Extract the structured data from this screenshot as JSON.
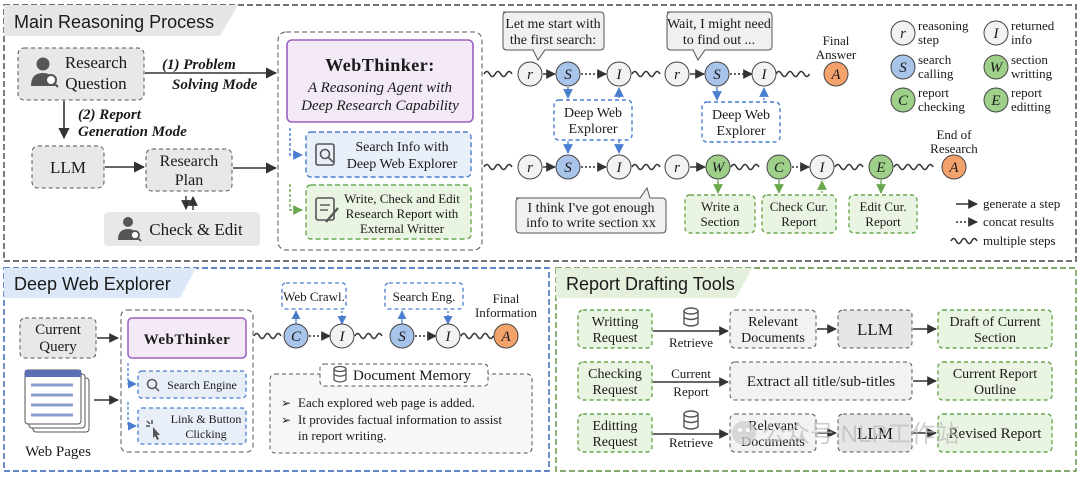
{
  "panels": {
    "main": "Main Reasoning Process",
    "explorer": "Deep Web Explorer",
    "tools": "Report Drafting Tools"
  },
  "main": {
    "research_question": [
      "Research",
      "Question"
    ],
    "mode1": [
      "(1) Problem",
      "Solving Mode"
    ],
    "mode2": [
      "(2) Report",
      "Generation Mode"
    ],
    "llm": "LLM",
    "research_plan": [
      "Research",
      "Plan"
    ],
    "check_edit": "Check & Edit",
    "webthinker_title": "WebThinker:",
    "webthinker_sub": [
      "A Reasoning Agent with",
      "Deep Research Capability"
    ],
    "tool_search": [
      "Search Info with",
      "Deep Web Explorer"
    ],
    "tool_write": [
      "Write, Check and Edit",
      "Research Report with",
      "External Writter"
    ],
    "bubble1": [
      "Let me start with",
      "the first search:"
    ],
    "bubble2": [
      "Wait, I might need",
      "to find out ..."
    ],
    "bubble3": [
      "I think I've got enough",
      "info to write section xx"
    ],
    "final_answer": [
      "Final",
      "Answer"
    ],
    "end_research": [
      "End of",
      "Research"
    ],
    "dwe1": [
      "Deep Web",
      "Explorer"
    ],
    "dwe2": [
      "Deep Web",
      "Explorer"
    ],
    "write_section": [
      "Write a",
      "Section"
    ],
    "check_report": [
      "Check Cur.",
      "Report"
    ],
    "edit_report": [
      "Edit Cur.",
      "Report"
    ],
    "node_letters": {
      "r": "r",
      "s": "S",
      "i": "I",
      "a": "A",
      "w": "W",
      "c": "C",
      "e": "E"
    }
  },
  "legend": {
    "items": [
      {
        "letter": "r",
        "label": [
          "reasoning",
          "step"
        ],
        "color": "#f2f2f2"
      },
      {
        "letter": "I",
        "label": [
          "returned",
          "info"
        ],
        "color": "#f2f2f2"
      },
      {
        "letter": "S",
        "label": [
          "search",
          "calling"
        ],
        "color": "#a9c4ea"
      },
      {
        "letter": "W",
        "label": [
          "section",
          "writting"
        ],
        "color": "#9fd08a"
      },
      {
        "letter": "C",
        "label": [
          "report",
          "checking"
        ],
        "color": "#9fd08a"
      },
      {
        "letter": "E",
        "label": [
          "report",
          "editting"
        ],
        "color": "#9fd08a"
      }
    ],
    "generate": "generate a step",
    "concat": "concat results",
    "multiple": "multiple steps"
  },
  "explorer": {
    "current_query": [
      "Current",
      "Query"
    ],
    "web_pages": "Web Pages",
    "webthinker": "WebThinker",
    "search_engine": "Search Engine",
    "link_click": [
      "Link & Button",
      "Clicking"
    ],
    "web_crawl": "Web Crawl.",
    "search_eng": "Search Eng.",
    "final_info": [
      "Final",
      "Information"
    ],
    "doc_memory": "Document Memory",
    "memory_points": [
      "Each explored web page is added.",
      "It provides factual information to assist",
      "in report writing."
    ]
  },
  "tools": {
    "writing_request": [
      "Writting",
      "Request"
    ],
    "checking_request": [
      "Checking",
      "Request"
    ],
    "editing_request": [
      "Editting",
      "Request"
    ],
    "retrieve": "Retrieve",
    "current_report": [
      "Current",
      "Report"
    ],
    "relevant_docs": [
      "Relevant",
      "Documents"
    ],
    "llm": "LLM",
    "draft": [
      "Draft of Current",
      "Section"
    ],
    "extract": "Extract all title/sub-titles",
    "outline": [
      "Current Report",
      "Outline"
    ],
    "revised": "Revised Report"
  },
  "watermark": "公众号 NLP工作站",
  "colors": {
    "blue_fill": "#a9c4ea",
    "green_fill": "#9fd08a",
    "orange_fill": "#f4a26b",
    "purple": "#9b5fc0",
    "blue_dash": "#4a7fd0",
    "green_dash": "#6aa84f"
  }
}
